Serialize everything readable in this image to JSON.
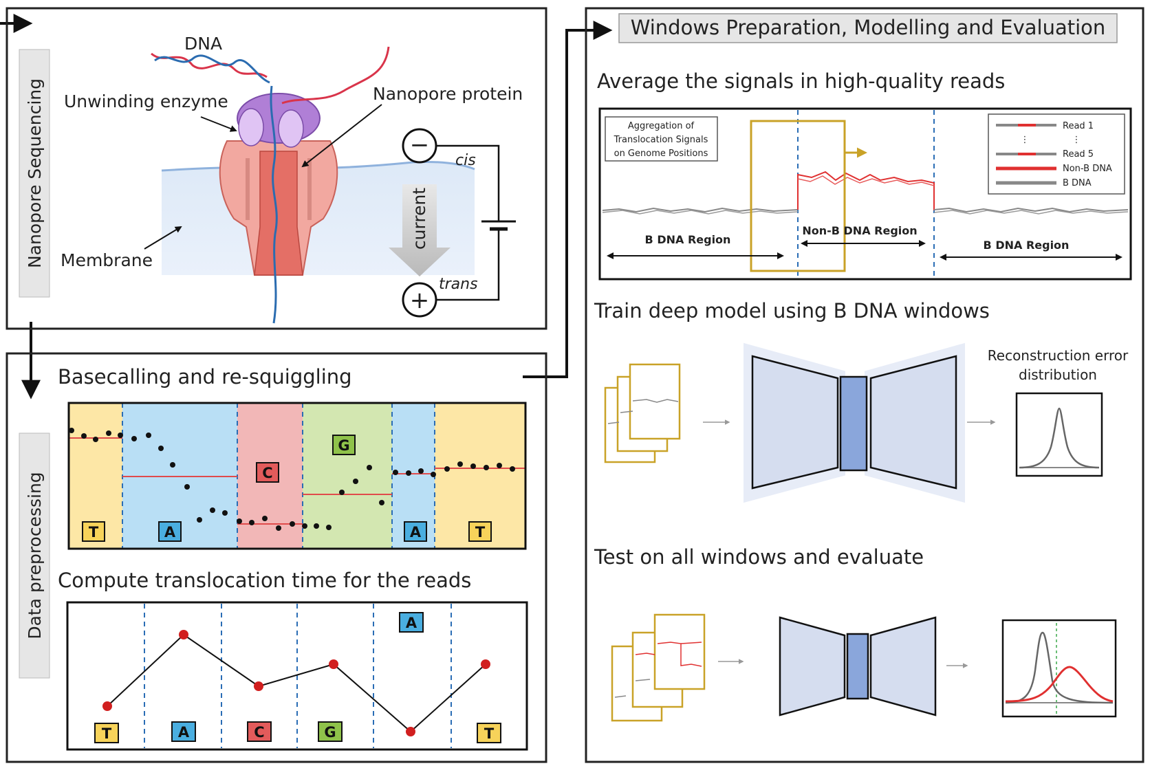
{
  "panel_sequencing": {
    "side_label": "Nanopore Sequencing",
    "dna_label": "DNA",
    "enzyme_label": "Unwinding enzyme",
    "nanopore_label": "Nanopore protein",
    "membrane_label": "Membrane",
    "current_label": "current",
    "cis_label": "cis",
    "trans_label": "trans",
    "minus_symbol": "−",
    "plus_symbol": "+"
  },
  "panel_preprocessing": {
    "side_label": "Data preprocessing",
    "basecalling_title": "Basecalling and re-squiggling",
    "translocation_title": "Compute translocation time for the reads",
    "bases": [
      "T",
      "A",
      "C",
      "G",
      "A",
      "T"
    ],
    "base_colors": {
      "T": "#f7d35a",
      "A": "#4aaee0",
      "C": "#e25b5b",
      "G": "#8fc24a"
    },
    "segment_colors": {
      "T": "#fde7a6",
      "A": "#b9dff5",
      "C": "#f2b7b7",
      "G": "#d3e7b1"
    }
  },
  "panel_modelling": {
    "header": "Windows Preparation, Modelling and Evaluation",
    "average_title": "Average the signals in high-quality reads",
    "aggregation_box": [
      "Aggregation of",
      "Translocation Signals",
      "on Genome Positions"
    ],
    "legend": {
      "read1": "Read 1",
      "read5": "Read 5",
      "nonb": "Non-B DNA",
      "bdna": "B DNA",
      "ellipsis": "⋮"
    },
    "regions": {
      "b_left": "B DNA Region",
      "nonb": "Non-B DNA Region",
      "b_right": "B DNA Region"
    },
    "train_title": "Train deep model using B DNA windows",
    "recon_title_line1": "Reconstruction error",
    "recon_title_line2": "distribution",
    "test_title": "Test on all windows and evaluate"
  },
  "colors": {
    "panel_border": "#222222",
    "gold": "#c9a227",
    "red_signal": "#e03030",
    "blue_dash": "#2a6db5",
    "model_fill": "#d5ddef",
    "model_core": "#8aa6db"
  }
}
